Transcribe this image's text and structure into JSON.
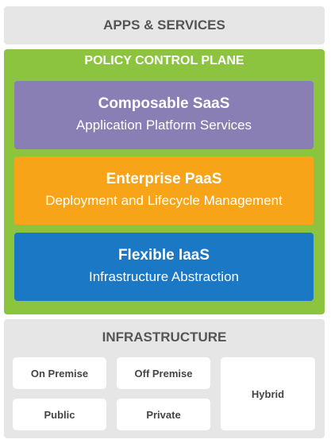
{
  "apps_services": {
    "label": "APPS & SERVICES"
  },
  "policy_control_plane": {
    "title": "POLICY CONTROL PLANE",
    "layers": [
      {
        "title": "Composable SaaS",
        "subtitle": "Application Platform Services",
        "color": "#8a7fb5"
      },
      {
        "title": "Enterprise PaaS",
        "subtitle": "Deployment and Lifecycle Management",
        "color": "#f7a418"
      },
      {
        "title": "Flexible IaaS",
        "subtitle": "Infrastructure Abstraction",
        "color": "#1a78c5"
      }
    ],
    "color": "#8cc43f"
  },
  "infrastructure": {
    "title": "INFRASTRUCTURE",
    "items": [
      "On Premise",
      "Off Premise",
      "Public",
      "Private",
      "Hybrid"
    ]
  }
}
